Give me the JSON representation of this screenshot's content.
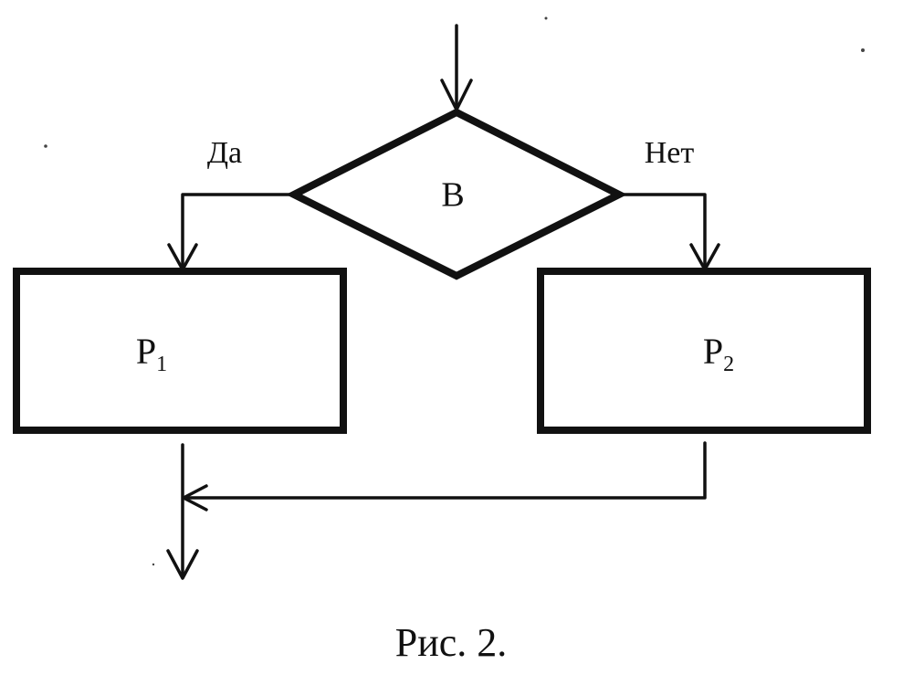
{
  "decision": {
    "label": "B"
  },
  "branches": {
    "yes": "Да",
    "no": "Нет"
  },
  "processes": [
    {
      "base": "P",
      "sub": "1"
    },
    {
      "base": "P",
      "sub": "2"
    }
  ],
  "caption": "Рис. 2."
}
